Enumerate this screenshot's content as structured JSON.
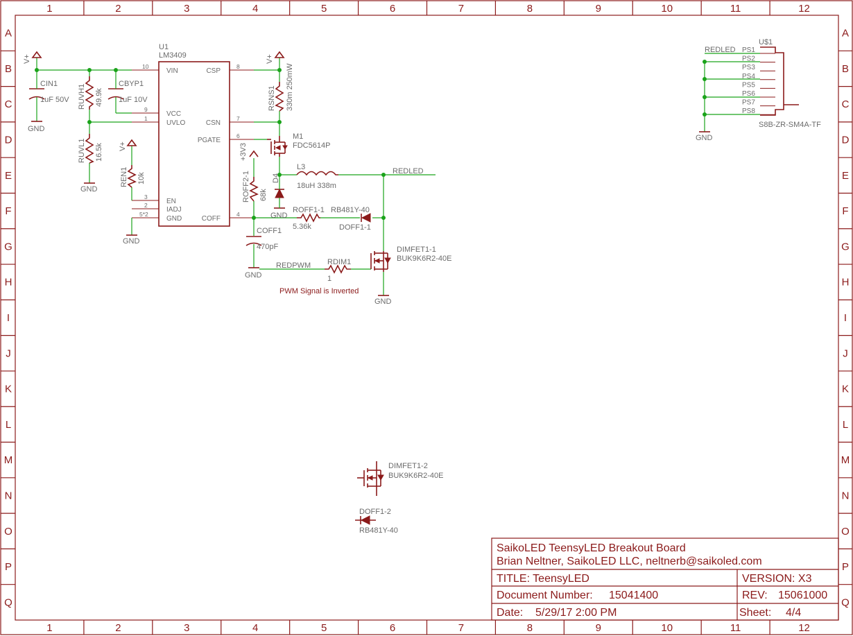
{
  "grid": {
    "columns": [
      "1",
      "2",
      "3",
      "4",
      "5",
      "6",
      "7",
      "8",
      "9",
      "10",
      "11",
      "12"
    ],
    "rows": [
      "A",
      "B",
      "C",
      "D",
      "E",
      "F",
      "G",
      "H",
      "I",
      "J",
      "K",
      "L",
      "M",
      "N",
      "O",
      "P",
      "Q"
    ]
  },
  "u1": {
    "name": "U1",
    "part": "LM3409",
    "pins_left": [
      {
        "num": "10",
        "name": "VIN"
      },
      {
        "num": "9",
        "name": "VCC"
      },
      {
        "num": "1",
        "name": "UVLO"
      },
      {
        "num": "3",
        "name": "EN"
      },
      {
        "num": "2",
        "name": "IADJ"
      },
      {
        "num": "5*2",
        "name": "GND"
      }
    ],
    "pins_right": [
      {
        "num": "8",
        "name": "CSP"
      },
      {
        "num": "7",
        "name": "CSN"
      },
      {
        "num": "6",
        "name": "PGATE"
      },
      {
        "num": "4",
        "name": "COFF"
      }
    ]
  },
  "parts": {
    "cin1_name": "CIN1",
    "cin1_value": "1uF 50V",
    "cbyp1_name": "CBYP1",
    "cbyp1_value": "1uF 10V",
    "ruvh1_name": "RUVH1",
    "ruvh1_value": "49.9k",
    "ruvl1_name": "RUVL1",
    "ruvl1_value": "16.5k",
    "ren1_name": "REN1",
    "ren1_value": "10k",
    "rsns1_name": "RSNS1",
    "rsns1_value": "330m 250mW",
    "m1_name": "M1",
    "m1_value": "FDC5614P",
    "roff2_name": "ROFF2-1",
    "roff2_value": "68k",
    "roff2_supply": "+3V3",
    "d4_name": "D4",
    "l3_name": "L3",
    "l3_value": "18uH 338m",
    "roff1_name": "ROFF1-1",
    "roff1_value": "5.36k",
    "doff1_value": "RB481Y-40",
    "doff1_name": "DOFF1-1",
    "coff1_name": "COFF1",
    "coff1_value": "470pF",
    "dimfet1_name": "DIMFET1-1",
    "dimfet1_value": "BUK9K6R2-40E",
    "rdim1_name": "RDIM1",
    "rdim1_value": "1",
    "dimfet2_name": "DIMFET1-2",
    "dimfet2_value": "BUK9K6R2-40E",
    "doff2_name": "DOFF1-2",
    "doff2_value": "RB481Y-40"
  },
  "nets": {
    "vplus": "V+",
    "gnd": "GND",
    "redled": "REDLED",
    "redpwm": "REDPWM"
  },
  "note": "PWM Signal is Inverted",
  "connector": {
    "name": "U$1",
    "part": "S8B-ZR-SM4A-TF",
    "net": "REDLED",
    "pins": [
      "PS1",
      "PS2",
      "PS3",
      "PS4",
      "PS5",
      "PS6",
      "PS7",
      "PS8"
    ]
  },
  "title_block": {
    "line1": "SaikoLED TeensyLED Breakout Board",
    "line2": "Brian Neltner, SaikoLED LLC, neltnerb@saikoled.com",
    "title": "TITLE: TeensyLED",
    "version": "VERSION: X3",
    "doc_label": "Document Number:",
    "doc_value": "15041400",
    "rev_label": "REV:",
    "rev_value": "15061000",
    "date_label": "Date:",
    "date_value": "5/29/17 2:00 PM",
    "sheet_label": "Sheet:",
    "sheet_value": "4/4"
  }
}
